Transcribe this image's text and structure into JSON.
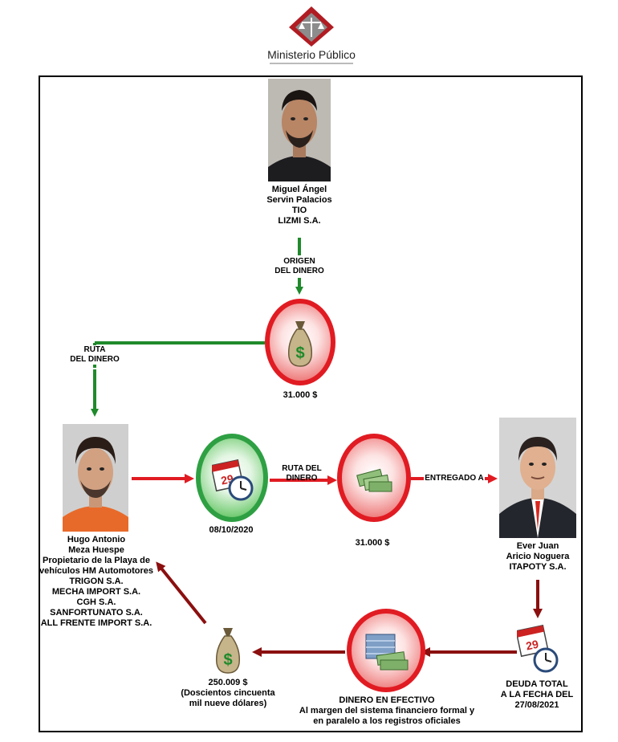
{
  "header": {
    "organization": "Ministerio Público"
  },
  "nodes": {
    "miguel": {
      "lines": [
        "Miguel Ángel",
        "Servin Palacios",
        "TIO",
        "LIZMI S.A."
      ]
    },
    "origin_label": [
      "ORIGEN",
      "DEL DINERO"
    ],
    "money_top": {
      "amount": "31.000 $"
    },
    "route_left_label": [
      "RUTA",
      "DEL DINERO"
    ],
    "hugo": {
      "lines": [
        "Hugo Antonio",
        "Meza Huespe",
        "Propietario de la Playa de",
        "vehículos HM Automotores",
        "TRIGON S.A.",
        "MECHA IMPORT S.A.",
        "CGH S.A.",
        "SANFORTUNATO S.A.",
        "ALL FRENTE IMPORT S.A."
      ]
    },
    "date_mid": {
      "date": "08/10/2020"
    },
    "route_mid_label": [
      "RUTA DEL",
      "DINERO"
    ],
    "cash_mid": {
      "amount": "31.000 $"
    },
    "delivered_label": "ENTREGADO A",
    "ever": {
      "lines": [
        "Ever Juan",
        "Aricio Noguera",
        "ITAPOTY S.A."
      ]
    },
    "debt": {
      "lines": [
        "DEUDA TOTAL",
        "A LA FECHA DEL",
        "27/08/2021"
      ],
      "calendar_day": "29"
    },
    "cash_bottom": {
      "lines": [
        "DINERO EN EFECTIVO",
        "Al  margen del sistema financiero formal y",
        "en paralelo a los registros oficiales"
      ]
    },
    "money_bottom": {
      "lines": [
        "250.009 $",
        "(Doscientos cincuenta",
        "mil nueve dólares)"
      ]
    }
  },
  "icons": {
    "money_bag_symbol": "$",
    "calendar_day": "29"
  },
  "colors": {
    "red_arrow": "#e11b22",
    "green_arrow": "#1f8a2b",
    "dark_red_arrow": "#8b0f0f",
    "brand": "#b01c22"
  }
}
